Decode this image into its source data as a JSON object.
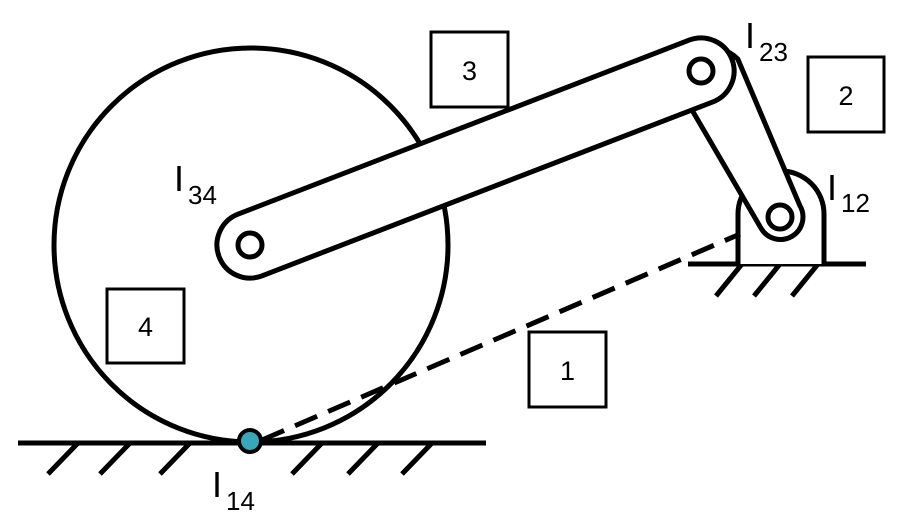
{
  "link_labels": {
    "ground": "1",
    "crank": "2",
    "coupler": "3",
    "wheel": "4"
  },
  "instant_centers": {
    "i12": {
      "letter": "I",
      "sub": "12"
    },
    "i23": {
      "letter": "I",
      "sub": "23"
    },
    "i34": {
      "letter": "I",
      "sub": "34"
    },
    "i14": {
      "letter": "I",
      "sub": "14"
    }
  },
  "colors": {
    "stroke": "#000000",
    "contact_point": "#3aa6b9",
    "background": "#ffffff"
  }
}
